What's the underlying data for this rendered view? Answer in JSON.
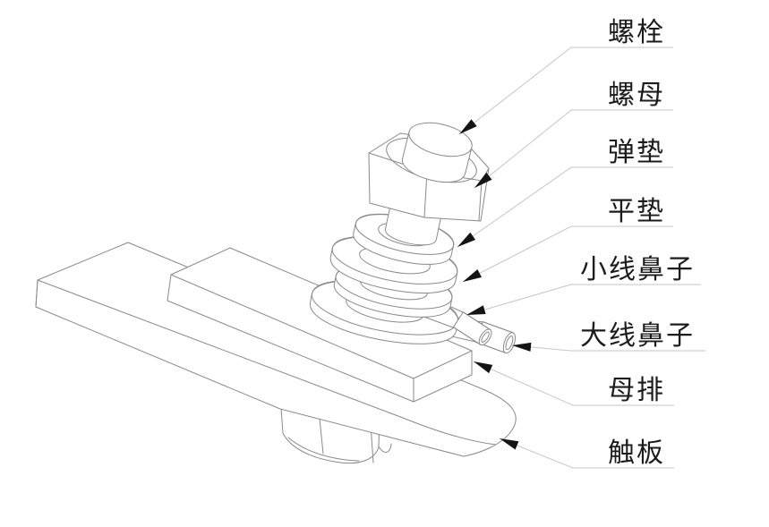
{
  "figure": {
    "kind": "exploded-assembly-technical-diagram",
    "language": "zh-CN",
    "background_color": "#ffffff",
    "line_color": "#8a8a8a",
    "leader_line_color": "#c6c6c6",
    "arrowhead_color": "#141414",
    "label_color": "#1c1c1c"
  },
  "parts": [
    {
      "id": "bolt",
      "label": "螺栓"
    },
    {
      "id": "nut",
      "label": "螺母"
    },
    {
      "id": "spring-washer",
      "label": "弹垫"
    },
    {
      "id": "flat-washer",
      "label": "平垫"
    },
    {
      "id": "small-wire-lug",
      "label": "小线鼻子"
    },
    {
      "id": "large-wire-lug",
      "label": "大线鼻子"
    },
    {
      "id": "busbar",
      "label": "母排"
    },
    {
      "id": "contact-plate",
      "label": "触板"
    }
  ]
}
